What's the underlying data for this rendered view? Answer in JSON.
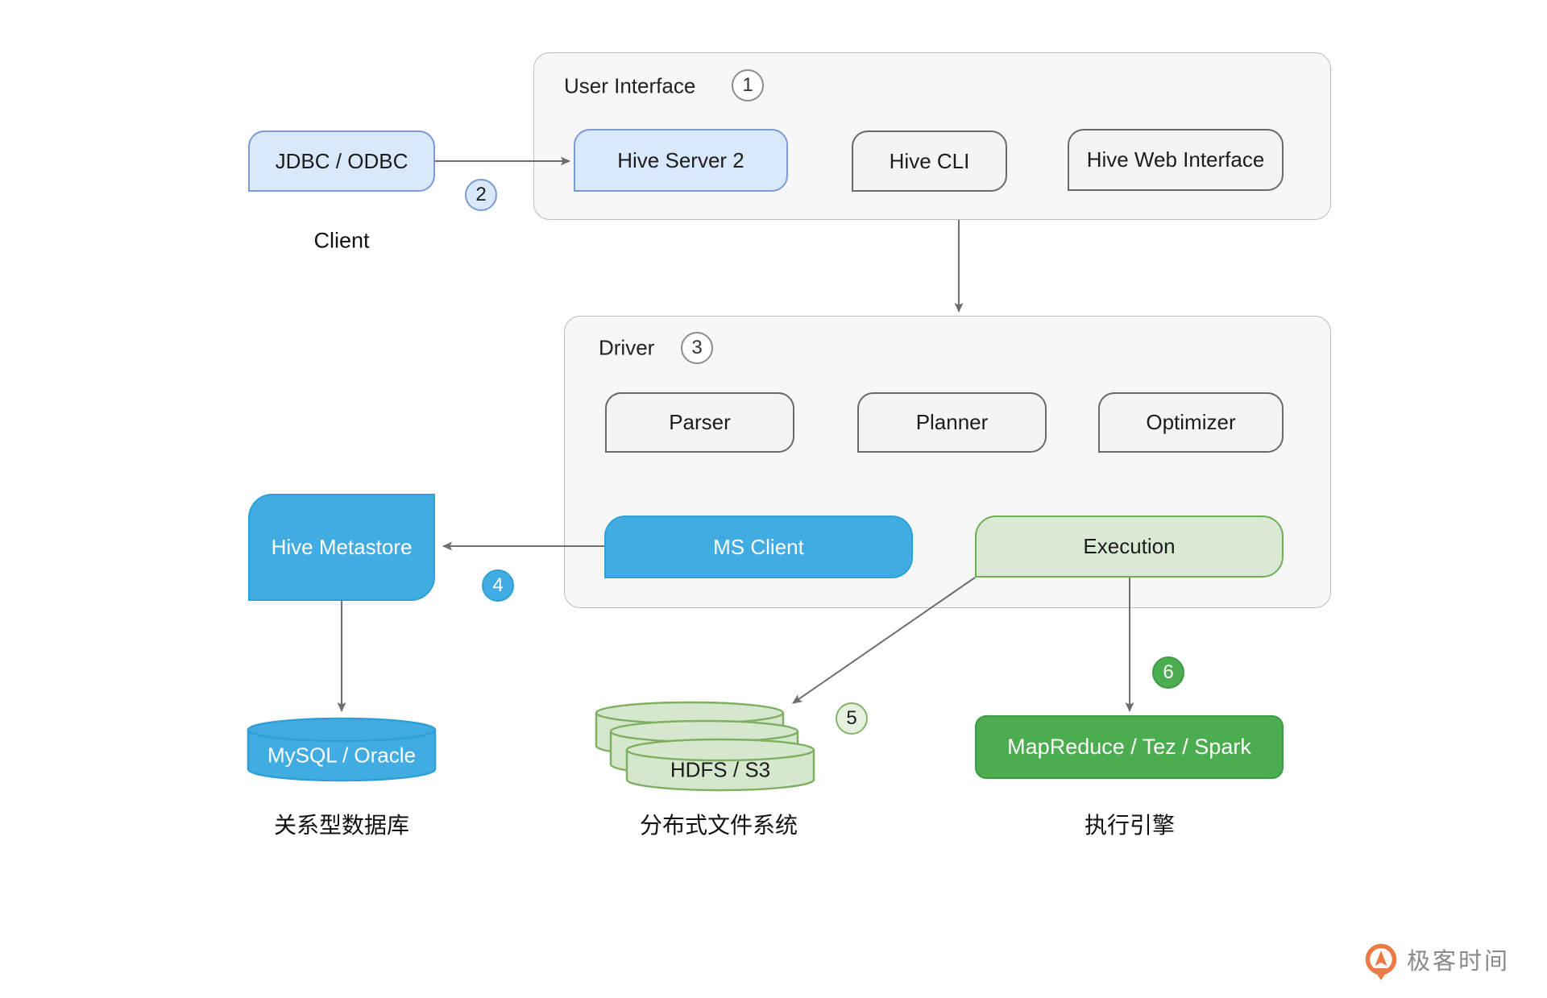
{
  "client": {
    "box": "JDBC / ODBC",
    "caption": "Client"
  },
  "user_interface": {
    "title": "User Interface",
    "badge": "1",
    "hive_server2": "Hive Server 2",
    "hive_cli": "Hive CLI",
    "hive_web": "Hive Web Interface"
  },
  "driver": {
    "title": "Driver",
    "badge": "3",
    "parser": "Parser",
    "planner": "Planner",
    "optimizer": "Optimizer",
    "ms_client": "MS Client",
    "execution": "Execution"
  },
  "metastore": {
    "box": "Hive Metastore"
  },
  "rdbms": {
    "box": "MySQL / Oracle",
    "caption": "关系型数据库"
  },
  "dfs": {
    "box": "HDFS / S3",
    "caption": "分布式文件系统"
  },
  "engine": {
    "box": "MapReduce / Tez / Spark",
    "caption": "执行引擎"
  },
  "badges": {
    "two": "2",
    "four": "4",
    "five": "5",
    "six": "6"
  },
  "watermark": {
    "brand": "极客时间"
  },
  "colors": {
    "blue": "#41ACE1",
    "blue_border": "#2FA0D6",
    "light_blue": "#D9E8FB",
    "light_blue_border": "#7B9BD2",
    "light_green": "#D9E9D2",
    "light_green_border": "#6FAE53",
    "green": "#4BAD4F",
    "green_border": "#3E9A42",
    "gray_box": "#F4F4F4",
    "gray_box_border": "#6A6A6A",
    "container_fill": "#F7F7F7",
    "container_border": "#BDBDBD",
    "arrow": "#6E6E6E",
    "logo_orange": "#ED7A45",
    "watermark_gray": "#8A8A8A"
  }
}
